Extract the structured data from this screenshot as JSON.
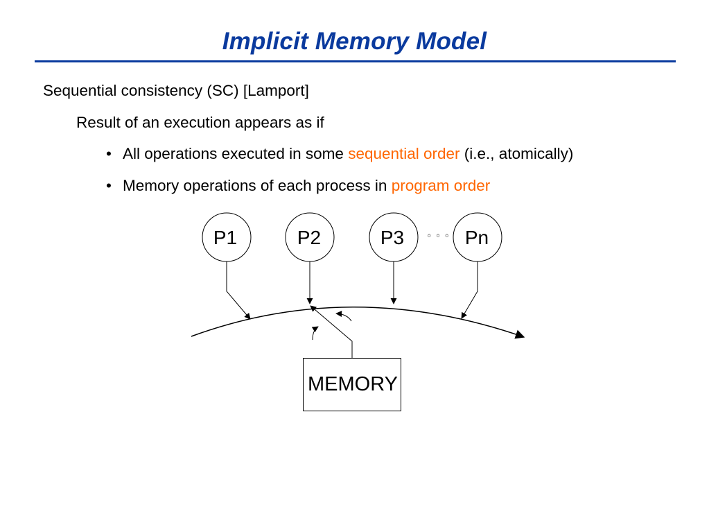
{
  "title": "Implicit Memory Model",
  "lines": {
    "l1": "Sequential consistency (SC) [Lamport]",
    "l2": "Result of an execution appears as if",
    "l3_pre": "All operations executed in some ",
    "l3_hl": "sequential order",
    "l3_post": " (i.e., atomically)",
    "l4_pre": "Memory operations of each process in ",
    "l4_hl": "program order"
  },
  "bullet": "•",
  "diagram": {
    "processors": [
      "P1",
      "P2",
      "P3",
      "Pn"
    ],
    "ellipsis": "◦ ◦ ◦",
    "memory": "MEMORY"
  },
  "colors": {
    "title": "#0a3a9e",
    "highlight": "#ff6600"
  }
}
